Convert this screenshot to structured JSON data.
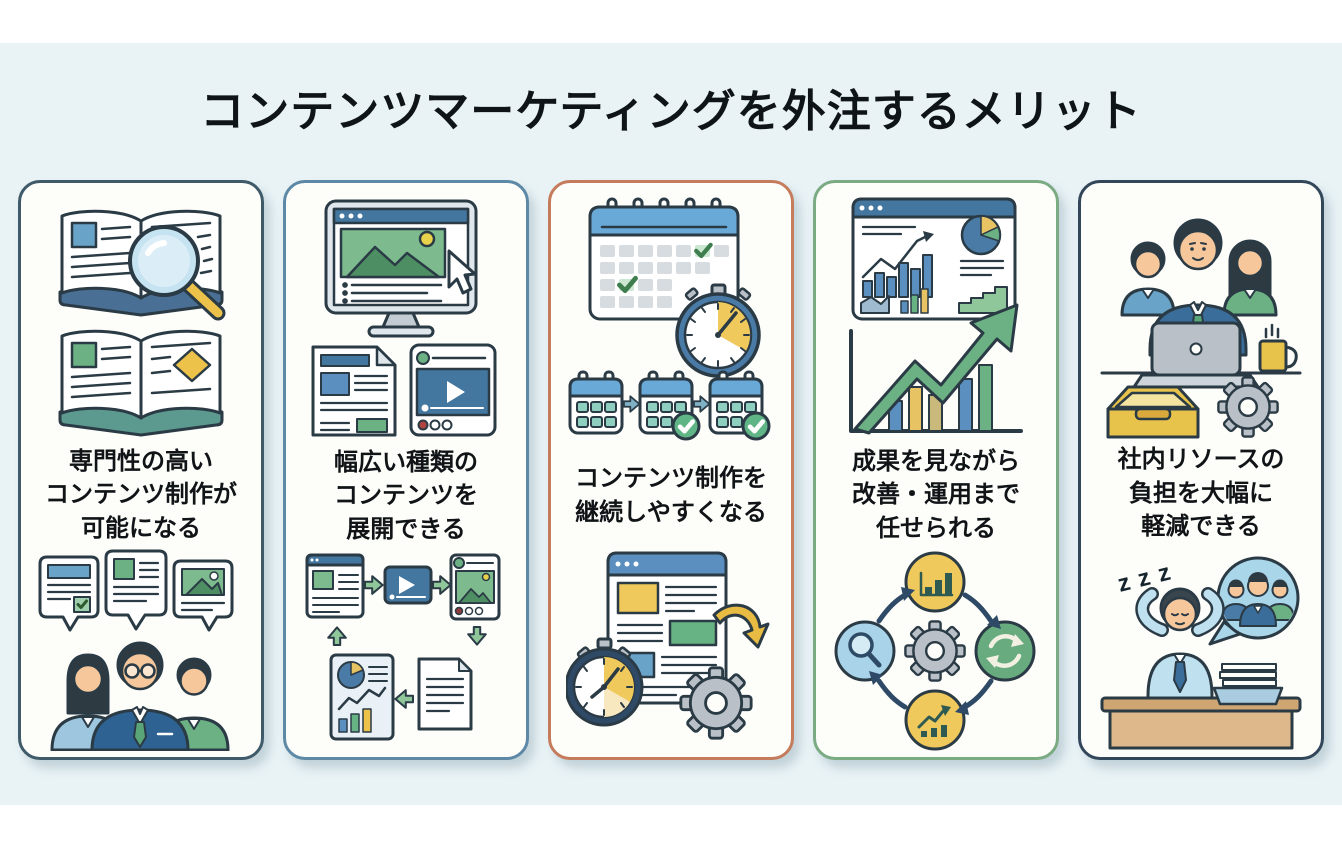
{
  "page": {
    "title": "コンテンツマーケティングを外注するメリット",
    "colors": {
      "page_background": "#ffffff",
      "panel_background": "#e9f3f6",
      "card_background": "#fdfdfa",
      "outline": "#2b3b46",
      "title_text": "#0e1418"
    }
  },
  "cards": [
    {
      "id": "specialized-content",
      "border_color": "#3f5a68",
      "label_lines": [
        "専門性の高い",
        "コンテンツ制作が",
        "可能になる"
      ],
      "top_icons": [
        "open-book-magnifier-icon",
        "open-book-highlights-icon"
      ],
      "bottom_icons": [
        "content-speech-bubbles-icon",
        "specialist-team-icon"
      ]
    },
    {
      "id": "wide-content-types",
      "border_color": "#5d89a6",
      "label_lines": [
        "幅広い種類の",
        "コンテンツを",
        "展開できる"
      ],
      "top_icons": [
        "web-page-cursor-monitor-icon",
        "article-document-icon",
        "video-post-icon"
      ],
      "bottom_icons": [
        "content-format-cycle-icon"
      ]
    },
    {
      "id": "continuous-production",
      "border_color": "#c57c5c",
      "label_lines": [
        "コンテンツ制作を",
        "継続しやすくなる"
      ],
      "top_icons": [
        "calendar-stopwatch-icon",
        "calendar-sequence-check-icon"
      ],
      "bottom_icons": [
        "scheduled-page-stopwatch-gear-icon"
      ]
    },
    {
      "id": "improve-and-operate",
      "border_color": "#7bab83",
      "label_lines": [
        "成果を見ながら",
        "改善・運用まで",
        "任せられる"
      ],
      "top_icons": [
        "analytics-dashboard-icon",
        "growth-arrow-chart-icon"
      ],
      "bottom_icons": [
        "pdca-cycle-icon"
      ]
    },
    {
      "id": "reduce-internal-load",
      "border_color": "#33475a",
      "label_lines": [
        "社内リソースの",
        "負担を大幅に",
        "軽減できる"
      ],
      "top_icons": [
        "outsourced-team-laptop-icon",
        "empty-inbox-icon",
        "gear-icon"
      ],
      "bottom_icons": [
        "relaxed-worker-team-bubble-icon"
      ],
      "zzz_text": "z z z"
    }
  ]
}
